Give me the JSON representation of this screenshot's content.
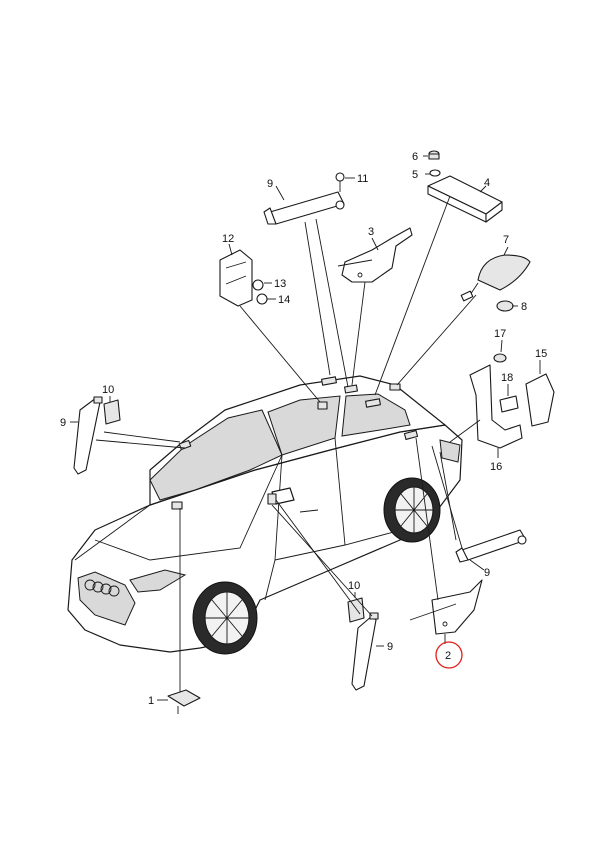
{
  "callouts": {
    "c1": "1",
    "c2": "2",
    "c3": "3",
    "c4": "4",
    "c5": "5",
    "c6": "6",
    "c7": "7",
    "c8": "8",
    "c9a": "9",
    "c9b": "9",
    "c9c": "9",
    "c9d": "9",
    "c10a": "10",
    "c10b": "10",
    "c11": "11",
    "c12": "12",
    "c13": "13",
    "c14": "14",
    "c15": "15",
    "c16": "16",
    "c17": "17",
    "c18": "18"
  },
  "highlight": {
    "part": "2",
    "color": "#e0201a"
  },
  "icons": [
    "car-illustration",
    "antenna-part-illustration",
    "bracket-illustration",
    "screw-illustration"
  ]
}
